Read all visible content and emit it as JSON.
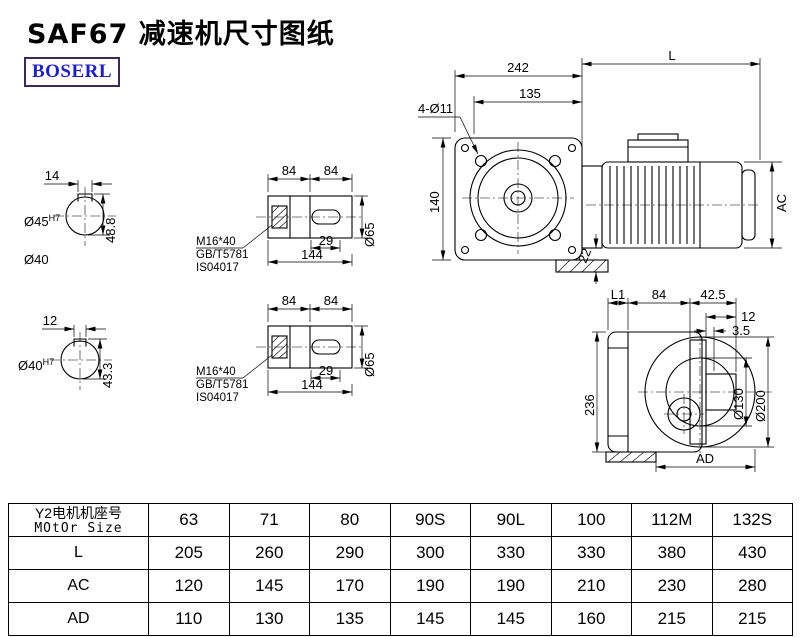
{
  "page": {
    "title": "SAF67 减速机尺寸图纸",
    "logo": "BOSERL"
  },
  "views": {
    "bore_top": {
      "keyway_width": "14",
      "bore": "Ø45",
      "tol": "H7",
      "depth": "48.8",
      "outer": "Ø40"
    },
    "bore_bottom": {
      "keyway_width": "12",
      "bore": "Ø40",
      "tol": "H7",
      "depth": "43.3"
    },
    "shaft_top": {
      "seg1": "84",
      "seg2": "84",
      "key_length": "29",
      "total_length": "144",
      "diameter": "Ø65",
      "bolt": "M16*40",
      "std1": "GB/T5781",
      "std2": "IS04017"
    },
    "shaft_bottom": {
      "seg1": "84",
      "seg2": "84",
      "key_length": "29",
      "total_length": "144",
      "diameter": "Ø65",
      "bolt": "M16*40",
      "std1": "GB/T5781",
      "std2": "IS04017"
    },
    "front": {
      "housing_width": "242",
      "motor_length": "L",
      "flange_offset": "135",
      "bolt_holes": "4-Ø11",
      "center_height": "140",
      "foot_height": "22",
      "motor_diameter": "AC"
    },
    "side": {
      "l1": "L1",
      "d84": "84",
      "d42_5": "42.5",
      "d12": "12",
      "d3_5": "3.5",
      "height": "236",
      "d130": "Ø130",
      "d200": "Ø200",
      "ad": "AD"
    }
  },
  "table": {
    "header_line1": "Y2电机机座号",
    "header_line2": "MOtOr Size",
    "sizes": [
      "63",
      "71",
      "80",
      "90S",
      "90L",
      "100",
      "112M",
      "132S"
    ],
    "rows": [
      {
        "label": "L",
        "values": [
          "205",
          "260",
          "290",
          "300",
          "330",
          "330",
          "380",
          "430"
        ]
      },
      {
        "label": "AC",
        "values": [
          "120",
          "145",
          "170",
          "190",
          "190",
          "210",
          "230",
          "280"
        ]
      },
      {
        "label": "AD",
        "values": [
          "110",
          "130",
          "135",
          "145",
          "145",
          "160",
          "215",
          "215"
        ]
      }
    ]
  }
}
